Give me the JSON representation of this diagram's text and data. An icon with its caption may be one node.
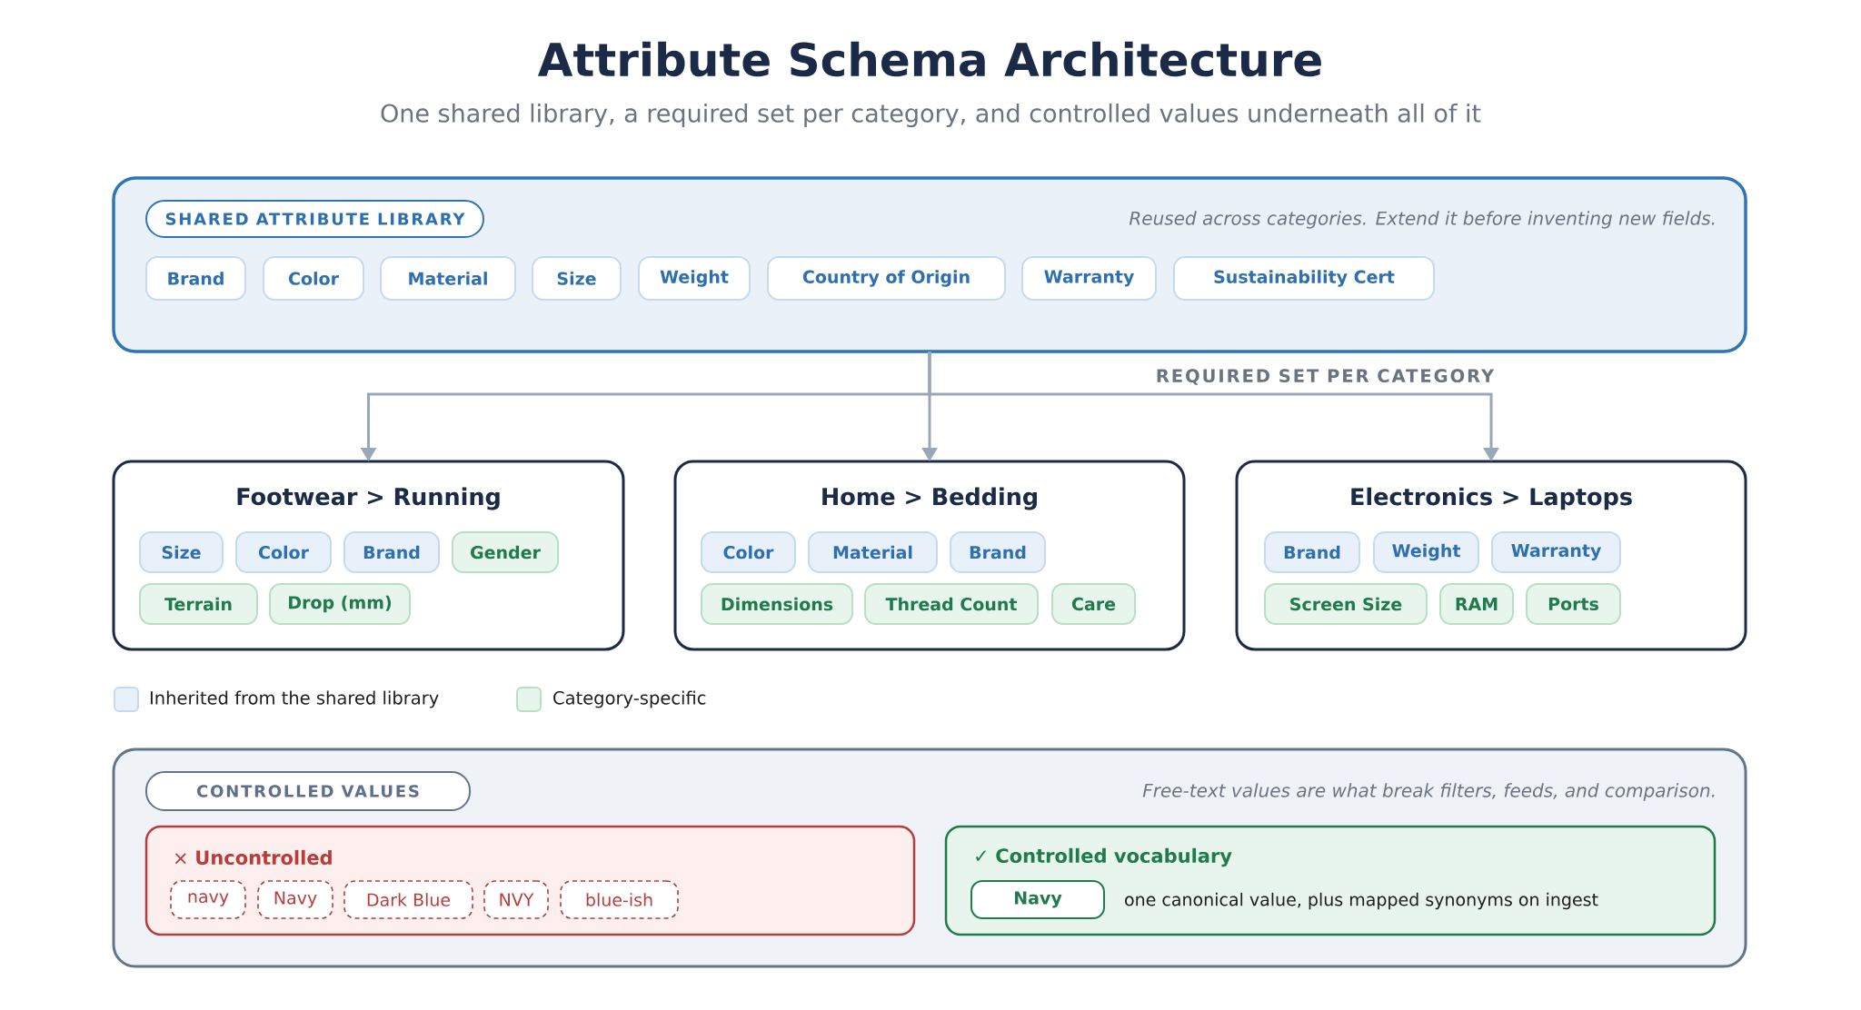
{
  "diagram": {
    "title": "Attribute Schema Architecture",
    "nodes": [
      {
        "text": [
          "Reused across categories. Extend it before inventing new fields."
        ]
      },
      {
        "text": [
          "SHARED ATTRIBUTE LIBRARY"
        ],
        "in": 0
      },
      {
        "text": [
          "Brand"
        ],
        "in": 0
      },
      {
        "text": [
          "Color"
        ],
        "in": 0
      },
      {
        "text": [
          "Material"
        ],
        "in": 0
      },
      {
        "text": [
          "Size"
        ],
        "in": 0
      },
      {
        "text": [
          "Weight"
        ],
        "in": 0
      },
      {
        "text": [
          "Country of Origin"
        ],
        "in": 0
      },
      {
        "text": [
          "Warranty"
        ],
        "in": 0
      },
      {
        "text": [
          "Sustainability Cert"
        ],
        "in": 0
      },
      {
        "text": [
          "Footwear > Running"
        ]
      },
      {
        "text": [
          "Size"
        ],
        "in": 10
      },
      {
        "text": [
          "Color"
        ],
        "in": 10
      },
      {
        "text": [
          "Brand"
        ],
        "in": 10
      },
      {
        "text": [
          "Gender"
        ],
        "in": 10
      },
      {
        "text": [
          "Terrain"
        ],
        "in": 10
      },
      {
        "text": [
          "Drop (mm)"
        ],
        "in": 10
      },
      {
        "text": [
          "Home > Bedding"
        ]
      },
      {
        "text": [
          "Color"
        ],
        "in": 17
      },
      {
        "text": [
          "Material"
        ],
        "in": 17
      },
      {
        "text": [
          "Brand"
        ],
        "in": 17
      },
      {
        "text": [
          "Dimensions"
        ],
        "in": 17
      },
      {
        "text": [
          "Thread Count"
        ],
        "in": 17
      },
      {
        "text": [
          "Care"
        ],
        "in": 17
      },
      {
        "text": [
          "Electronics > Laptops"
        ]
      },
      {
        "text": [
          "Brand"
        ],
        "in": 24
      },
      {
        "text": [
          "Weight"
        ],
        "in": 24
      },
      {
        "text": [
          "Warranty"
        ],
        "in": 24
      },
      {
        "text": [
          "Screen Size"
        ],
        "in": 24
      },
      {
        "text": [
          "RAM"
        ],
        "in": 24
      },
      {
        "text": [
          "Ports"
        ],
        "in": 24
      },
      {
        "text": [
          "Free-text values are what break filters, feeds, and comparison."
        ]
      },
      {
        "text": [
          "CONTROLLED VALUES"
        ],
        "in": 31
      },
      {
        "text": [
          "× **Uncontrolled**"
        ],
        "in": 31
      },
      {
        "text": [
          "navy"
        ],
        "in": 33
      },
      {
        "text": [
          "Navy"
        ],
        "in": 33
      },
      {
        "text": [
          "Dark Blue"
        ],
        "in": 33
      },
      {
        "text": [
          "NVY"
        ],
        "in": 33
      },
      {
        "text": [
          "blue-ish"
        ],
        "in": 33
      },
      {
        "text": [
          "✓ **Controlled vocabulary**",
          "one canonical value, plus mapped synonyms on ingest"
        ],
        "in": 31
      },
      {
        "text": [
          "Navy"
        ],
        "in": 39
      }
    ],
    "edges": [
      {
        "from": 0,
        "to": 10,
        "arrow": "to"
      },
      {
        "from": 0,
        "to": 17,
        "arrow": "to"
      },
      {
        "from": 0,
        "to": 24,
        "arrow": "to"
      }
    ],
    "labels": [
      "One shared library, a required set per category, and controlled values underneath all of it",
      "REQUIRED SET PER CATEGORY"
    ],
    "legend": [
      {
        "text": "Inherited from the shared library",
        "color": "#e8f0f9"
      },
      {
        "text": "Category-specific",
        "color": "#e7f5ec"
      }
    ]
  }
}
